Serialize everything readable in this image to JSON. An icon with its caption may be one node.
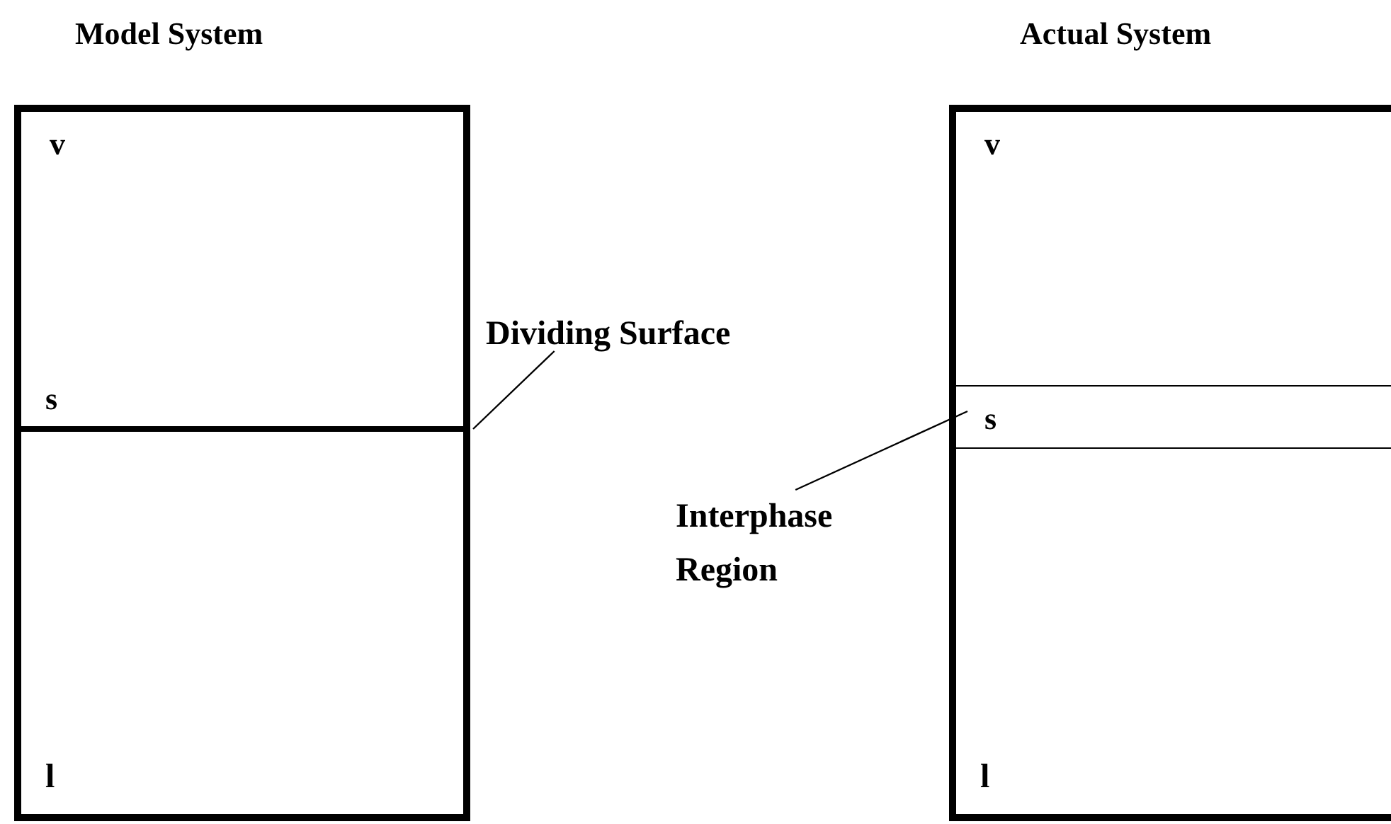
{
  "diagram": {
    "nodes": [
      {
        "text": [
          "Model System",
          "v",
          "s",
          "l"
        ]
      },
      {
        "text": [],
        "shape": "bar",
        "in": 0
      },
      {
        "text": [
          "Dividing Surface"
        ]
      },
      {
        "text": [
          "Actual System",
          "v",
          "l"
        ]
      },
      {
        "text": [
          "s"
        ],
        "in": 3
      },
      {
        "text": [
          "Interphase Region"
        ]
      }
    ],
    "edges": [
      {
        "from": 2,
        "to": 1,
        "arrow": "none"
      },
      {
        "from": 5,
        "to": 4,
        "arrow": "none"
      }
    ]
  }
}
